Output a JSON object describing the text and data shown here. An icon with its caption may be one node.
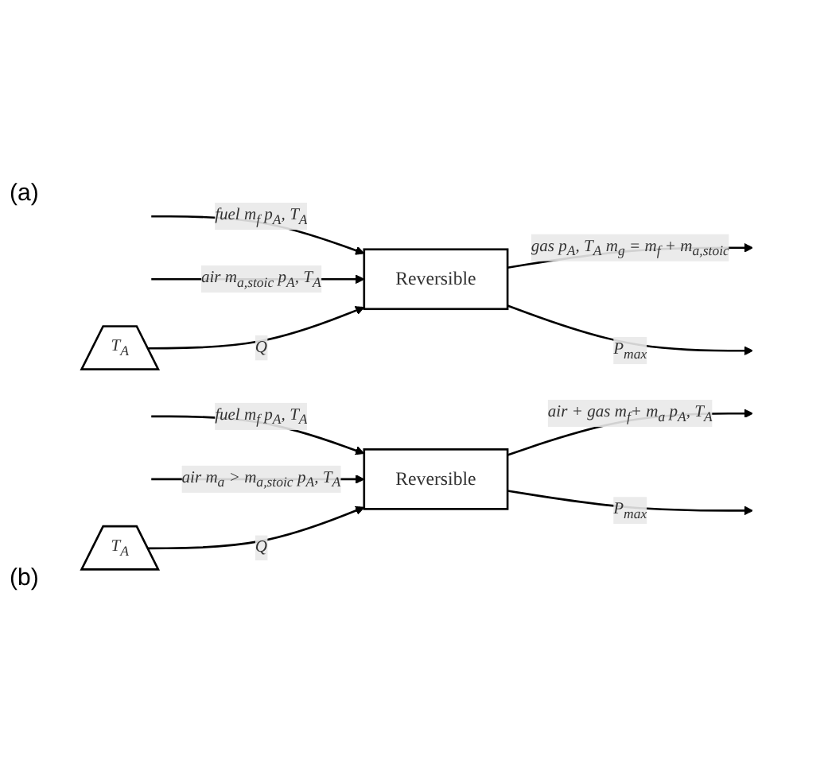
{
  "diagram": {
    "nodes": [
      {
        "text": [
          "Reversible"
        ]
      },
      {
        "text": [
          "T$_{A}$"
        ]
      },
      {
        "text": [
          "Reversible"
        ]
      },
      {
        "text": [
          "T$_{A}$"
        ]
      }
    ],
    "edges": [
      {
        "from": null,
        "to": 0,
        "arrow": "to",
        "label": "fuel m$_{f}$ p$_{A}$, T$_{A}$"
      },
      {
        "from": null,
        "to": 0,
        "arrow": "to",
        "label": "air m$_{a,stoic}$ p$_{A}$, T$_{A}$"
      },
      {
        "from": 0,
        "to": null,
        "arrow": "to",
        "label": "gas p$_{A}$, T$_{A}$ m$_{g}$ = m$_{f}$ + m$_{a,stoic}$"
      },
      {
        "from": 1,
        "to": 0,
        "arrow": "to",
        "label": "Q"
      },
      {
        "from": 0,
        "to": null,
        "arrow": "to",
        "label": "P$_{max}$"
      },
      {
        "from": null,
        "to": 2,
        "arrow": "to",
        "label": "fuel m$_{f}$ p$_{A}$, T$_{A}$"
      },
      {
        "from": null,
        "to": 2,
        "arrow": "to",
        "label": "air m$_{a}$ > m$_{a,stoic}$ p$_{A}$, T$_{A}$"
      },
      {
        "from": 2,
        "to": null,
        "arrow": "to",
        "label": "air + gas m$_{f}$+ m$_{a}$ p$_{A}$, T$_{A}$"
      },
      {
        "from": 3,
        "to": 2,
        "arrow": "to",
        "label": "Q"
      },
      {
        "from": 2,
        "to": null,
        "arrow": "to",
        "label": "P$_{max}$"
      }
    ],
    "labels": [
      "(a)",
      "(b)"
    ]
  }
}
